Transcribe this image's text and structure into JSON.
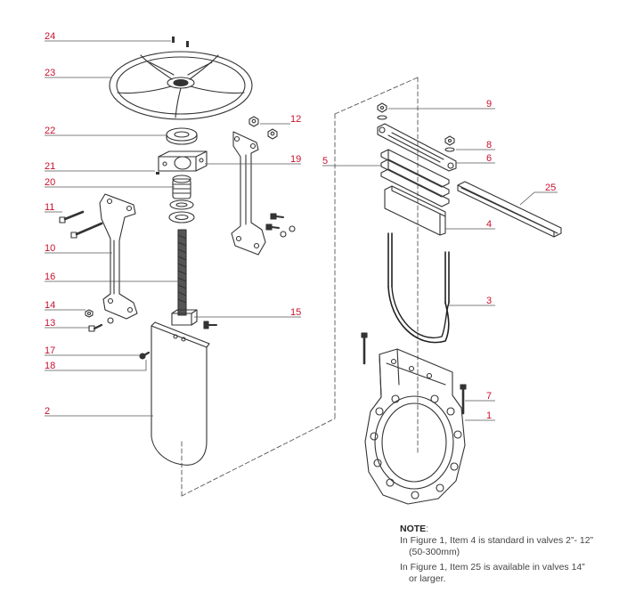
{
  "callouts": {
    "c1": "1",
    "c2": "2",
    "c3": "3",
    "c4": "4",
    "c5": "5",
    "c6": "6",
    "c7": "7",
    "c8": "8",
    "c9": "9",
    "c10": "10",
    "c11": "11",
    "c12": "12",
    "c13": "13",
    "c14": "14",
    "c15": "15",
    "c16": "16",
    "c17": "17",
    "c18": "18",
    "c19": "19",
    "c20": "20",
    "c21": "21",
    "c22": "22",
    "c23": "23",
    "c24": "24",
    "c25": "25"
  },
  "note": {
    "title": "NOTE",
    "line1": "In Figure 1, Item 4 is standard in valves 2”- 12”",
    "line1b": "(50-300mm)",
    "line2": "In Figure 1, Item 25 is available in valves 14”",
    "line2b": "or larger."
  },
  "colors": {
    "callout": "#c8102e",
    "line": "#333333",
    "leader": "#555555"
  }
}
